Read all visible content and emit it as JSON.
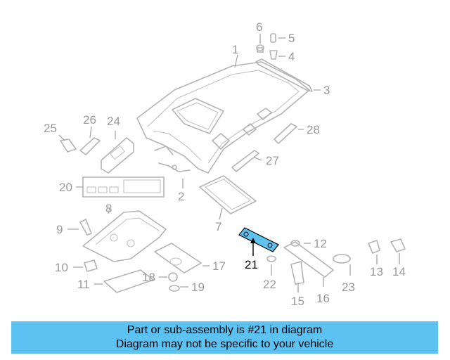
{
  "highlight_color": "#5ec3ef",
  "banner_color": "#5cc2f2",
  "callouts": [
    {
      "id": "p1",
      "label": "1"
    },
    {
      "id": "p2",
      "label": "2"
    },
    {
      "id": "p3",
      "label": "3"
    },
    {
      "id": "p4",
      "label": "4"
    },
    {
      "id": "p5",
      "label": "5"
    },
    {
      "id": "p6",
      "label": "6"
    },
    {
      "id": "p7",
      "label": "7"
    },
    {
      "id": "p8",
      "label": "8"
    },
    {
      "id": "p9",
      "label": "9"
    },
    {
      "id": "p10",
      "label": "10"
    },
    {
      "id": "p11",
      "label": "11"
    },
    {
      "id": "p12",
      "label": "12"
    },
    {
      "id": "p13",
      "label": "13"
    },
    {
      "id": "p14",
      "label": "14"
    },
    {
      "id": "p15",
      "label": "15"
    },
    {
      "id": "p16",
      "label": "16"
    },
    {
      "id": "p17",
      "label": "17"
    },
    {
      "id": "p18",
      "label": "18"
    },
    {
      "id": "p19",
      "label": "19"
    },
    {
      "id": "p20",
      "label": "20"
    },
    {
      "id": "p21",
      "label": "21"
    },
    {
      "id": "p22",
      "label": "22"
    },
    {
      "id": "p23",
      "label": "23"
    },
    {
      "id": "p24",
      "label": "24"
    },
    {
      "id": "p25",
      "label": "25"
    },
    {
      "id": "p26",
      "label": "26"
    },
    {
      "id": "p27",
      "label": "27"
    },
    {
      "id": "p28",
      "label": "28"
    }
  ],
  "banner": {
    "line1": "Part or sub-assembly is #21 in diagram",
    "line2": "Diagram may not be specific to your vehicle"
  }
}
